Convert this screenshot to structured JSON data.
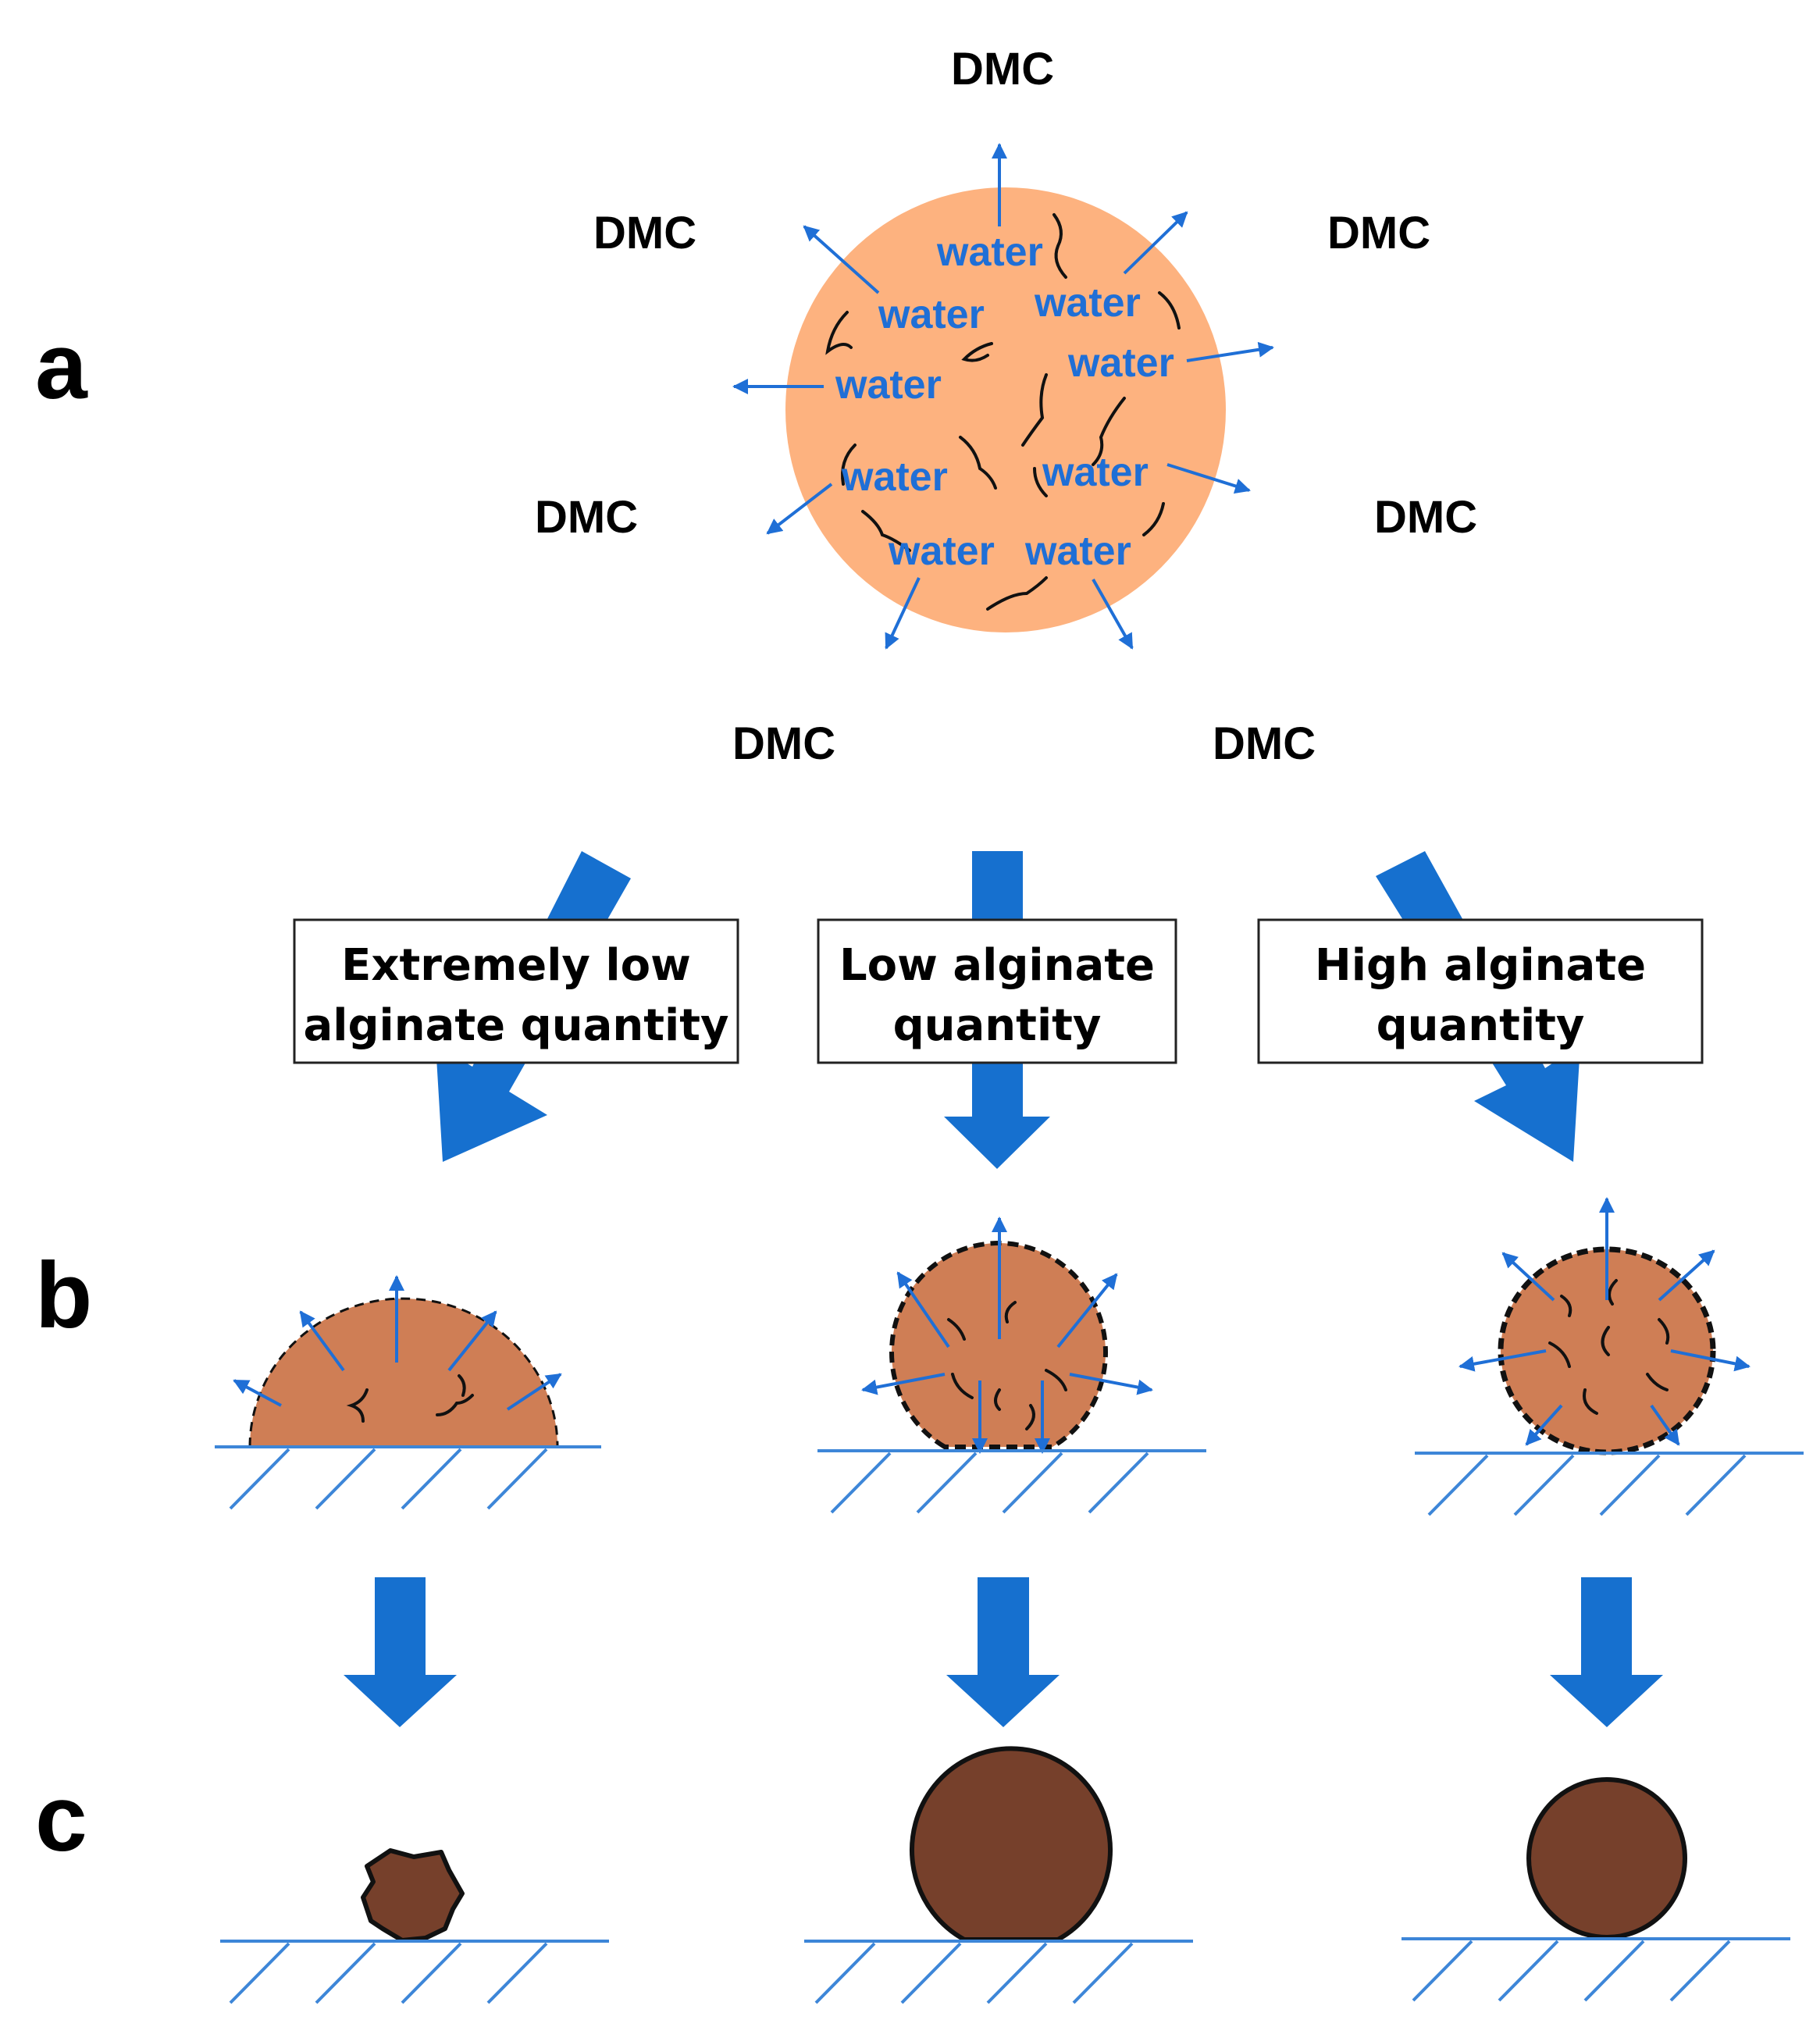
{
  "panels": {
    "a": "a",
    "b": "b",
    "c": "c"
  },
  "solvent_label": "DMC",
  "water_label": "water",
  "conditions": [
    {
      "line1": "Extremely low",
      "line2": "alginate quantity"
    },
    {
      "line1": "Low alginate",
      "line2": "quantity"
    },
    {
      "line1": "High alginate",
      "line2": "quantity"
    }
  ],
  "colors": {
    "droplet": "#fdb27f",
    "gel": "#cf7e55",
    "bead": "#76402b",
    "arrow": "#1670cf",
    "arrow_thin": "#1f6fd6",
    "ground": "#3d86d8"
  }
}
